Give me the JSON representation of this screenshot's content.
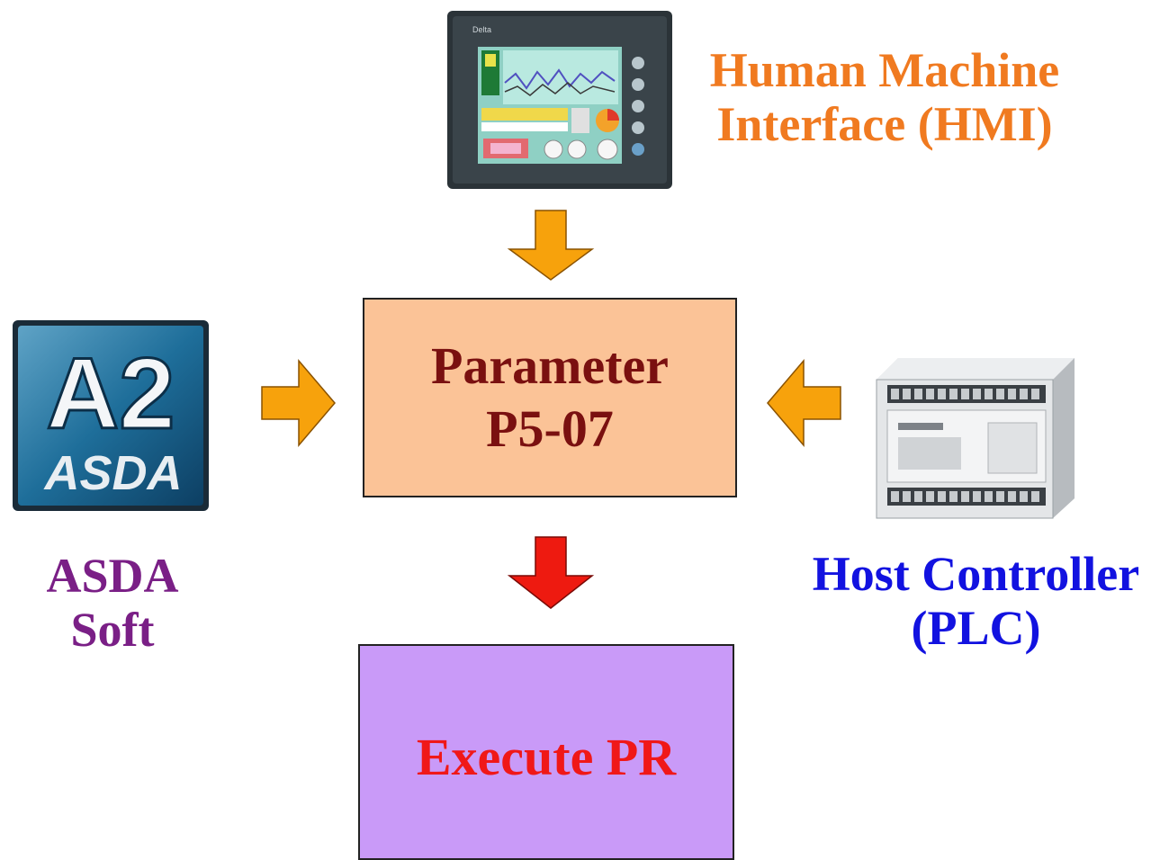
{
  "hmi": {
    "label_line1": "Human Machine",
    "label_line2": "Interface (HMI)"
  },
  "asda": {
    "logo_text_top": "A2",
    "logo_text_bottom": "ASDA",
    "label_line1": "ASDA",
    "label_line2": "Soft"
  },
  "plc": {
    "label_line1": "Host Controller",
    "label_line2": "(PLC)"
  },
  "parameter_box": {
    "line1": "Parameter",
    "line2": "P5-07"
  },
  "execute_box": {
    "label": "Execute PR"
  },
  "colors": {
    "input_arrow": "#f7a20c",
    "output_arrow": "#ee1a10",
    "hmi_label": "#f07a20",
    "asda_label": "#7a1f86",
    "plc_label": "#1212e0",
    "parameter_fill": "#fbc397",
    "execute_fill": "#c99af8"
  },
  "icons": [
    "hmi-device-icon",
    "asda-soft-logo-icon",
    "plc-device-icon"
  ]
}
